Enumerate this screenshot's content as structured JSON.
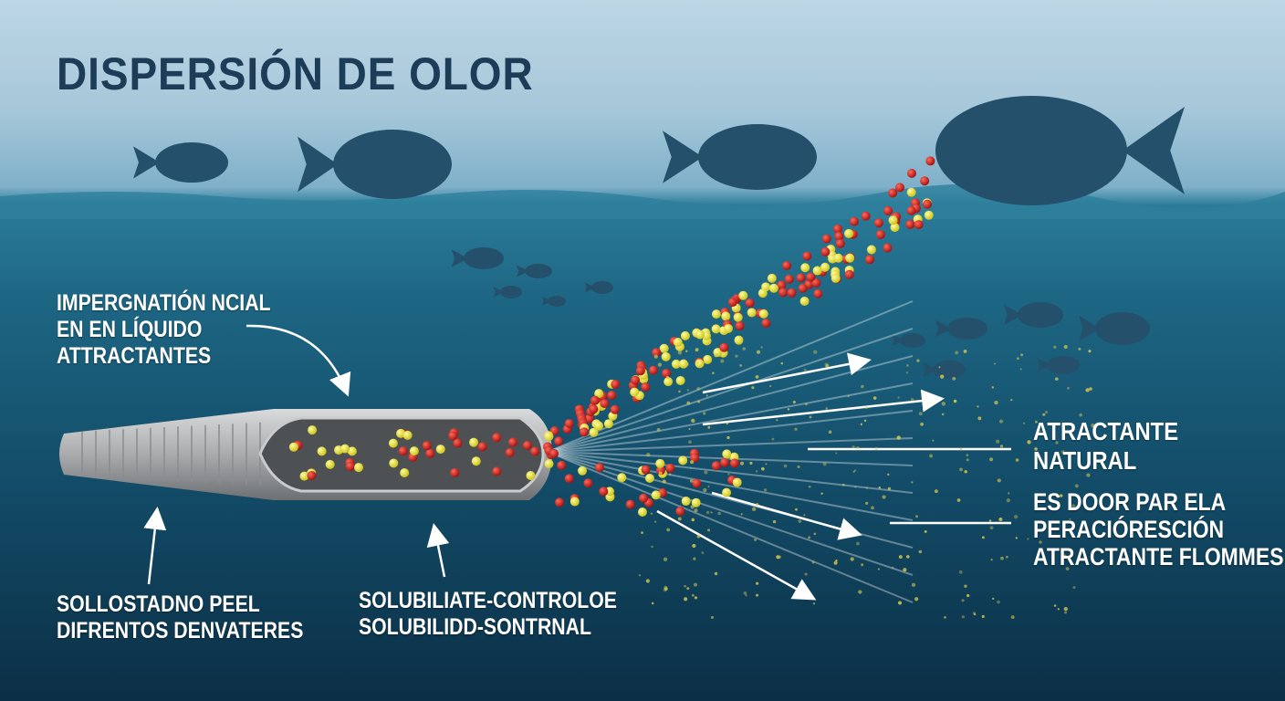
{
  "title": "DISPERSIÓN DE OLOR",
  "labels": {
    "impregnation": [
      "IMPERGNATIÓN NCIAL",
      "EN EN  LÍQUIDO",
      "ATTRACTANTES"
    ],
    "natural": [
      "ATRACTANTE",
      "NATURAL"
    ],
    "flavor": [
      "ES DOOR PAR ELA",
      "PERACIÓRESCIÓN",
      "ATRACTANTE FLOMMES"
    ],
    "skin": [
      "SOLLOSTADNO PEEL",
      "DIFRENTOS DENVATERES"
    ],
    "solubility": [
      "SOLUBILIATE-CONTROLOE",
      "SOLUBILIDD-SONTRNAL"
    ]
  },
  "colors": {
    "particle_red": "#c81a1a",
    "particle_yellow": "#e8e020",
    "title": "#1c3c58"
  }
}
